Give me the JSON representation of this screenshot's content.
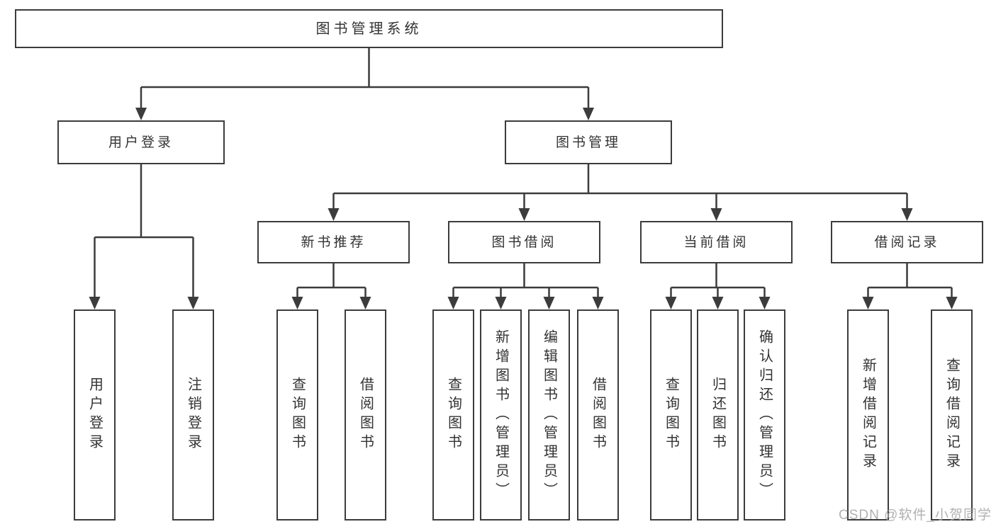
{
  "tree": {
    "root": "图书管理系统",
    "branches": [
      {
        "label": "用户登录",
        "children": [
          {
            "label": "用户登录"
          },
          {
            "label": "注销登录"
          }
        ]
      },
      {
        "label": "图书管理",
        "sections": [
          {
            "label": "新书推荐",
            "children": [
              {
                "label": "查询图书"
              },
              {
                "label": "借阅图书"
              }
            ]
          },
          {
            "label": "图书借阅",
            "children": [
              {
                "label": "查询图书"
              },
              {
                "label": "新增图书（管理员）"
              },
              {
                "label": "编辑图书（管理员）"
              },
              {
                "label": "借阅图书"
              }
            ]
          },
          {
            "label": "当前借阅",
            "children": [
              {
                "label": "查询图书"
              },
              {
                "label": "归还图书"
              },
              {
                "label": "确认归还（管理员）"
              }
            ]
          },
          {
            "label": "借阅记录",
            "children": [
              {
                "label": "新增借阅记录"
              },
              {
                "label": "查询借阅记录"
              }
            ]
          }
        ]
      }
    ]
  },
  "watermark": "CSDN @软件_小贺同学",
  "colors": {
    "line": "#3c3c3c",
    "box_border": "#3c3c3c",
    "text": "#333333",
    "watermark": "#a3a3a3",
    "background": "#ffffff"
  }
}
